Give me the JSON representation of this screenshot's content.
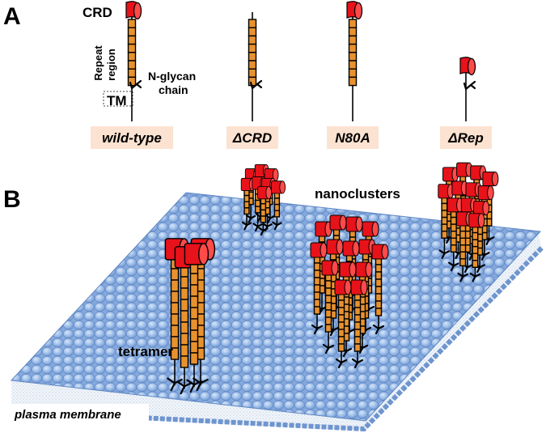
{
  "panels": {
    "a": {
      "letter": "A"
    },
    "b": {
      "letter": "B"
    }
  },
  "panel_a": {
    "labels": {
      "crd": "CRD",
      "repeat_line1": "Repeat",
      "repeat_line2": "region",
      "nglycan_line1": "N-glycan",
      "nglycan_line2": "chain",
      "tm": "TM"
    },
    "variants": [
      {
        "name": "wild-type"
      },
      {
        "name": "ΔCRD"
      },
      {
        "name": "N80A"
      },
      {
        "name": "ΔRep"
      }
    ]
  },
  "panel_b": {
    "labels": {
      "nanoclusters": "nanoclusters",
      "tetramer": "tetramer",
      "plasma_membrane": "plasma membrane"
    }
  },
  "colors": {
    "segment_orange": "#E8922E",
    "crd_red": "#E8121A",
    "membrane_blue": "#8FB3E6",
    "label_box_peach": "#FCE3D1"
  }
}
